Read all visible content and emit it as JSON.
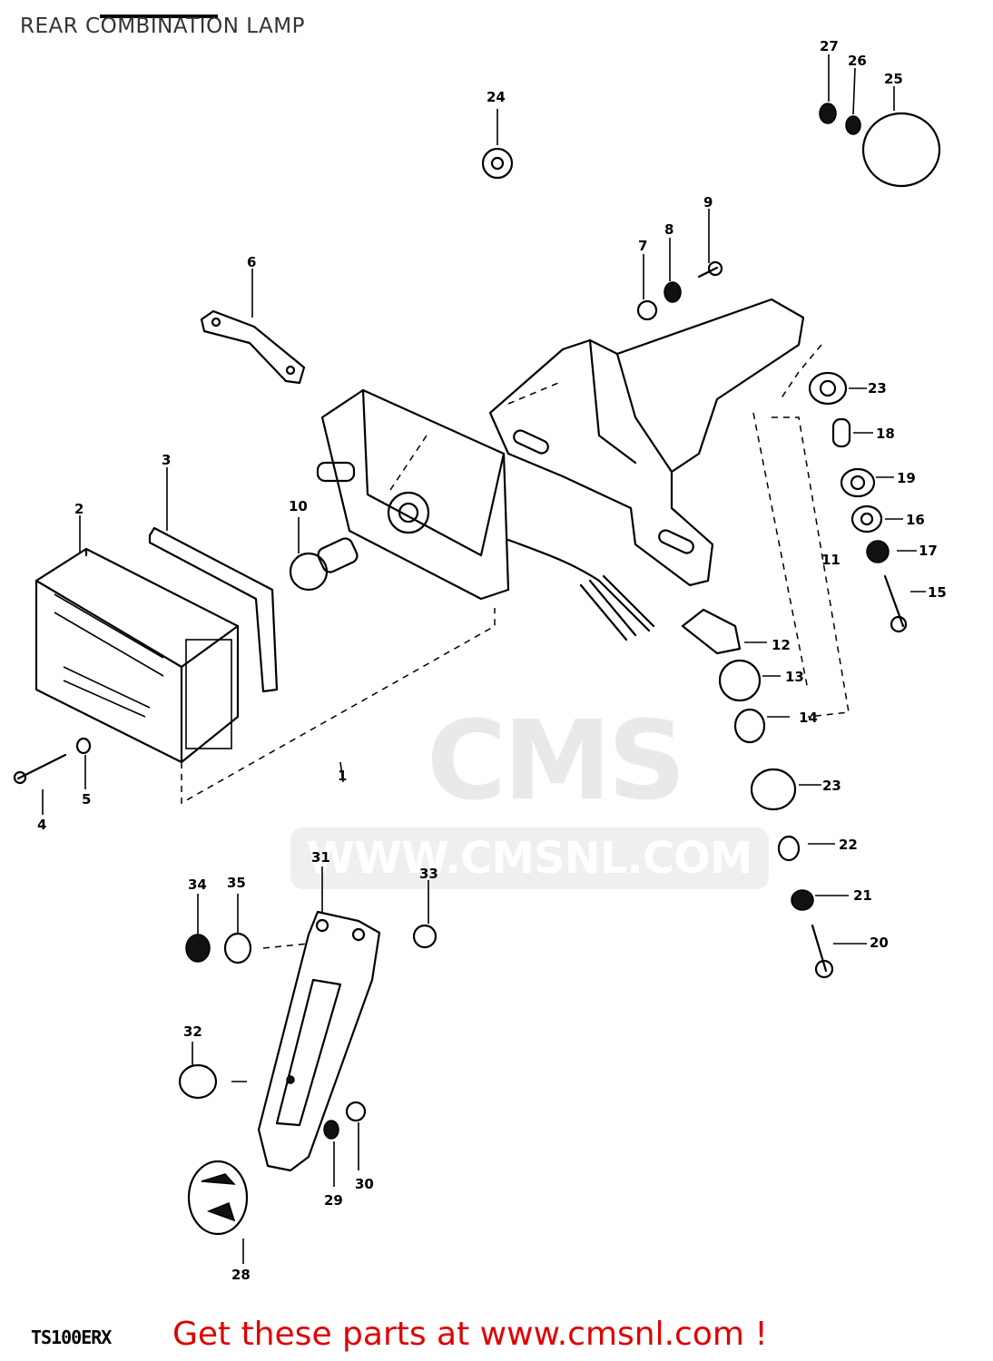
{
  "header": {
    "title": "REAR COMBINATION LAMP"
  },
  "footer": {
    "model": "TS100ERX",
    "promo": "Get these parts at www.cmsnl.com !"
  },
  "watermark": {
    "logo": "CMS",
    "url": "WWW.CMSNL.COM"
  },
  "callouts": [
    "1",
    "2",
    "3",
    "4",
    "5",
    "6",
    "7",
    "8",
    "9",
    "10",
    "11",
    "12",
    "13",
    "14",
    "15",
    "16",
    "17",
    "18",
    "19",
    "20",
    "21",
    "22",
    "23",
    "23",
    "24",
    "25",
    "26",
    "27",
    "28",
    "29",
    "30",
    "31",
    "32",
    "33",
    "34",
    "35"
  ],
  "colors": {
    "promo": "#e00000",
    "watermark": "#e9e9e9",
    "line": "#000000"
  }
}
